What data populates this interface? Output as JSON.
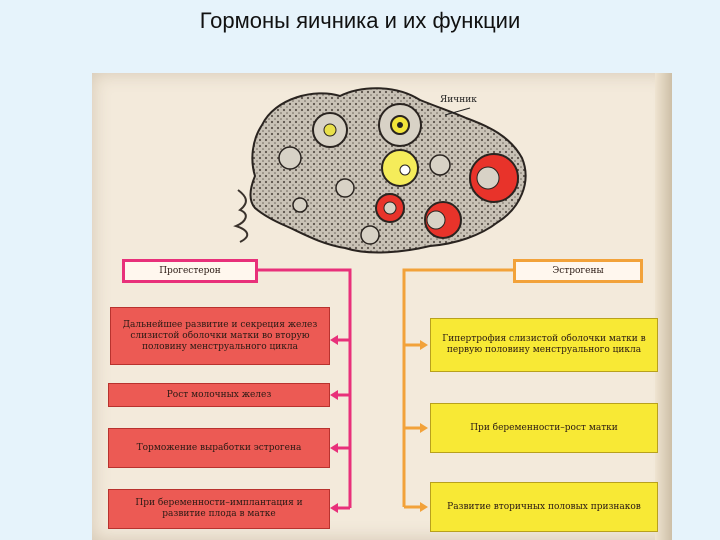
{
  "title": "Гормоны яичника и их функции",
  "diagram": {
    "ovary_label": "Яичник",
    "progesterone": {
      "label": "Прогестерон",
      "functions": [
        "Дальнейшее развитие и секреция желез слизистой оболочки матки во вторую половину менструального цикла",
        "Рост молочных желез",
        "Торможение выработки эстрогена",
        "При беременности–имплантация и развитие плода в матке"
      ]
    },
    "estrogens": {
      "label": "Эстрогены",
      "functions": [
        "Гипертрофия слизистой оболочки матки в первую половину менструального цикла",
        "При беременности–рост матки",
        "Развитие вторичных половых признаков"
      ]
    },
    "colors": {
      "progesterone_line": "#e8307a",
      "estrogen_line": "#f2a23a",
      "progesterone_box": "#ec5a54",
      "estrogen_box": "#f8e935",
      "corpus_luteum": "#e8332a"
    }
  }
}
